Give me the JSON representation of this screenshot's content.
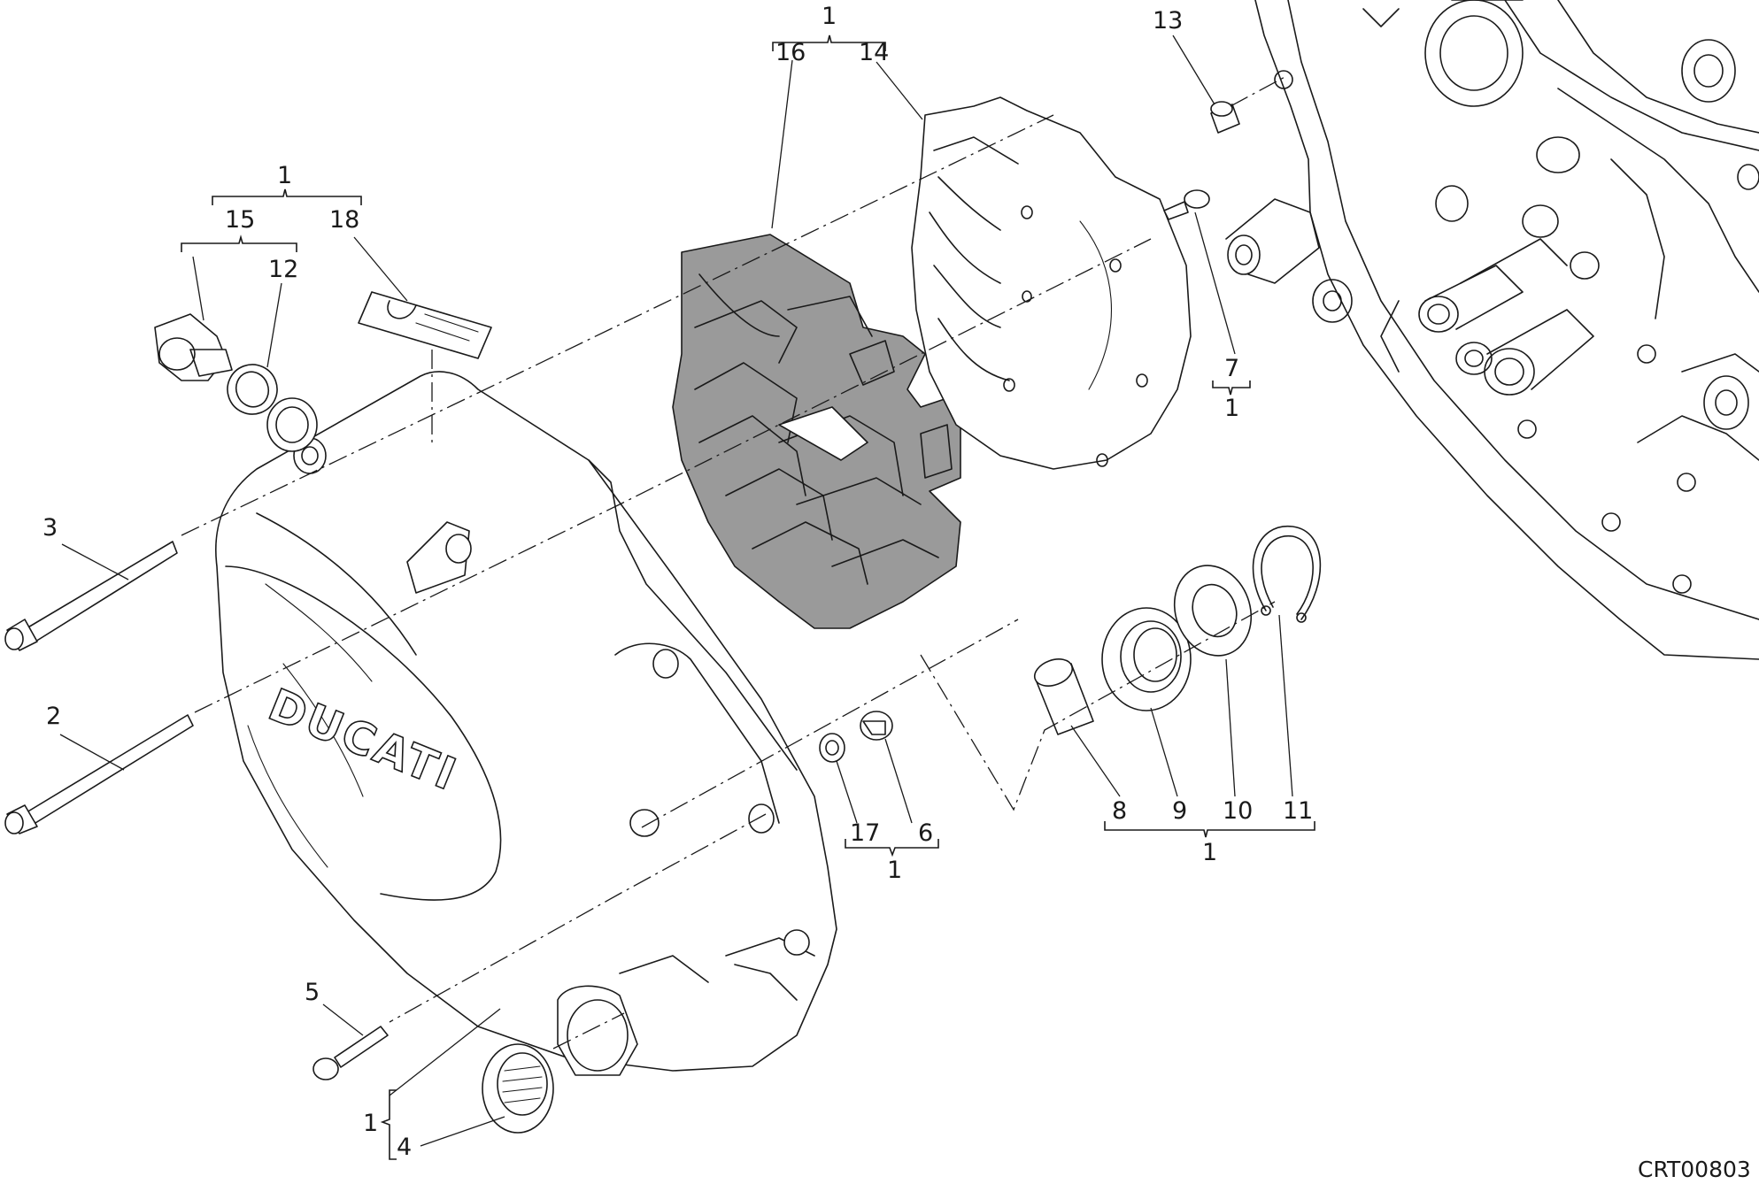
{
  "drawing": {
    "code": "CRT00803",
    "brand_mark": "DUCATI",
    "callouts": {
      "c1_top": "1",
      "c16": "16",
      "c14": "14",
      "c13": "13",
      "c1_left": "1",
      "c15": "15",
      "c18": "18",
      "c12": "12",
      "c7": "7",
      "c1_seven": "1",
      "c3": "3",
      "c2": "2",
      "c8": "8",
      "c9": "9",
      "c10": "10",
      "c11": "11",
      "c1_bearing": "1",
      "c17": "17",
      "c6": "6",
      "c1_plug": "1",
      "c5": "5",
      "c1_bottom": "1",
      "c4": "4"
    }
  }
}
